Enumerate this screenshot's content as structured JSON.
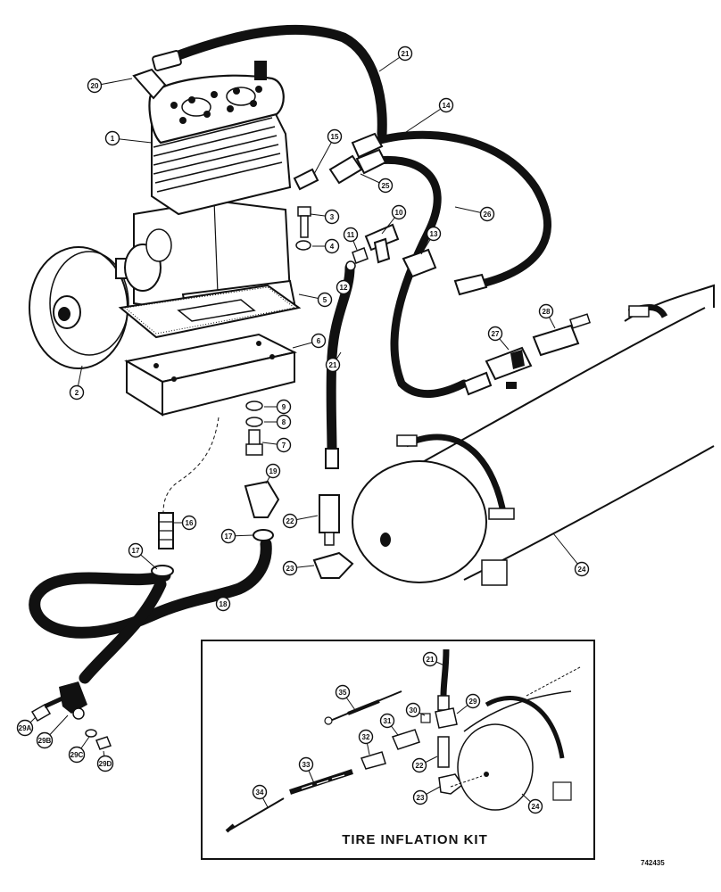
{
  "inset": {
    "title": "TIRE INFLATION KIT"
  },
  "drawing_number": "742435",
  "callouts": [
    "1",
    "2",
    "3",
    "4",
    "5",
    "6",
    "7",
    "8",
    "9",
    "10",
    "11",
    "12",
    "13",
    "14",
    "15",
    "16",
    "17",
    "17",
    "18",
    "19",
    "20",
    "21",
    "21",
    "22",
    "23",
    "24",
    "25",
    "26",
    "27",
    "28",
    "29A",
    "29B",
    "29C",
    "29D",
    "21",
    "29",
    "30",
    "31",
    "32",
    "33",
    "34",
    "35",
    "22",
    "23",
    "24"
  ]
}
